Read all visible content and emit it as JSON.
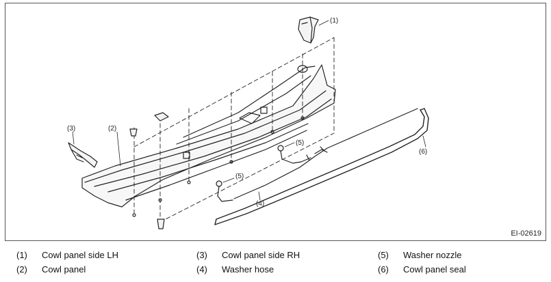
{
  "figure": {
    "id_label": "EI-02619",
    "callouts": {
      "c1": "(1)",
      "c2": "(2)",
      "c3": "(3)",
      "c4": "(4)",
      "c5a": "(5)",
      "c5b": "(5)",
      "c6": "(6)"
    }
  },
  "legend": [
    {
      "num": "(1)",
      "text": "Cowl panel side LH"
    },
    {
      "num": "(2)",
      "text": "Cowl panel"
    },
    {
      "num": "(3)",
      "text": "Cowl panel side RH"
    },
    {
      "num": "(4)",
      "text": "Washer hose"
    },
    {
      "num": "(5)",
      "text": "Washer nozzle"
    },
    {
      "num": "(6)",
      "text": "Cowl panel seal"
    }
  ]
}
